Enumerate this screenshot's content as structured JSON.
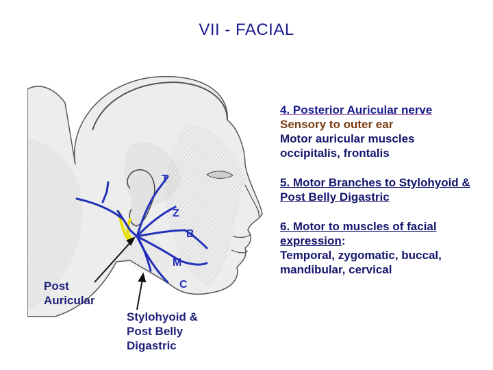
{
  "title": "VII - FACIAL",
  "notes": [
    {
      "heading": "4. Posterior Auricular nerve",
      "lines": [
        "Sensory to outer ear",
        "Motor auricular muscles",
        "occipitalis, frontalis"
      ]
    },
    {
      "heading": "5. Motor Branches to Stylohyoid & Post Belly Digastric",
      "lines": []
    },
    {
      "heading": "6. Motor to muscles of  facial expression",
      "heading_suffix": ":",
      "lines": [
        "Temporal, zygomatic, buccal, mandibular, cervical"
      ]
    }
  ],
  "labels": {
    "post_auricular": [
      "Post",
      "Auricular"
    ],
    "stylohyoid": [
      "Stylohyoid &",
      "Post Belly",
      "Digastric"
    ]
  },
  "figure": {
    "branch_letters": [
      "T",
      "Z",
      "B",
      "M",
      "C"
    ],
    "nerve_color": "#2230b8",
    "highlight_color": "#e8e000"
  }
}
